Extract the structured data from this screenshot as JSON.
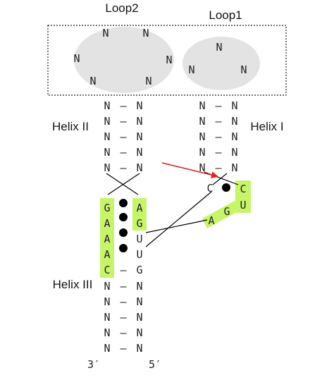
{
  "labels": {
    "loop2": "Loop2",
    "loop1": "Loop1",
    "helix1": "Helix I",
    "helix2": "Helix II",
    "helix3": "Helix III",
    "end3": "3′",
    "end5": "5′"
  },
  "loop2_nts": [
    "N",
    "N",
    "N",
    "N",
    "N",
    "N"
  ],
  "loop1_nts": [
    "N",
    "N",
    "N"
  ],
  "helix2_pairs": [
    [
      "N",
      "–",
      "N"
    ],
    [
      "N",
      "–",
      "N"
    ],
    [
      "N",
      "–",
      "N"
    ],
    [
      "N",
      "–",
      "N"
    ],
    [
      "N",
      "–",
      "N"
    ]
  ],
  "helix1_pairs": [
    [
      "N",
      "–",
      "N"
    ],
    [
      "N",
      "–",
      "N"
    ],
    [
      "N",
      "–",
      "N"
    ],
    [
      "N",
      "–",
      "N"
    ],
    [
      "N",
      "–",
      "N"
    ]
  ],
  "core_left": [
    "G",
    "A",
    "A",
    "A",
    "C"
  ],
  "core_right": [
    "A",
    "G",
    "U",
    "U",
    "G"
  ],
  "core_pair_marks": [
    "–"
  ],
  "helix3_pairs": [
    [
      "N",
      "–",
      "N"
    ],
    [
      "N",
      "–",
      "N"
    ],
    [
      "N",
      "–",
      "N"
    ],
    [
      "N",
      "–",
      "N"
    ],
    [
      "N",
      "–",
      "N"
    ]
  ],
  "cleavage_nts": {
    "c_left": "C",
    "c_right": "C",
    "u": "U",
    "g": "G",
    "a": "A"
  },
  "colors": {
    "highlight": "#c6f56a",
    "loop_fill": "#e3e3e3",
    "arrow": "#e02020"
  }
}
